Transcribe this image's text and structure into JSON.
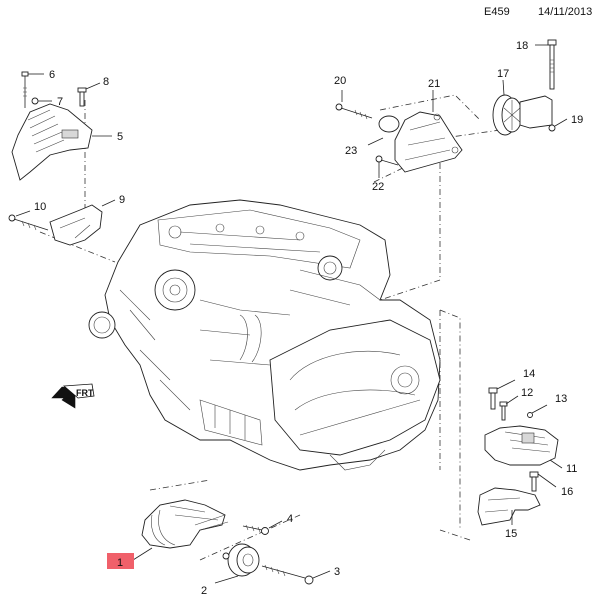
{
  "header": {
    "diagram_code": "E459",
    "date": "14/11/2013"
  },
  "highlight": {
    "part_number": "1",
    "color": "#f0606a"
  },
  "orientation_badge": {
    "icon": "front-arrow-icon",
    "label": "FRT"
  },
  "callouts": {
    "c1": "1",
    "c2": "2",
    "c3": "3",
    "c4": "4",
    "c5": "5",
    "c6": "6",
    "c7": "7",
    "c8": "8",
    "c9": "9",
    "c10": "10",
    "c11": "11",
    "c12": "12",
    "c13": "13",
    "c14": "14",
    "c15": "15",
    "c16": "16",
    "c17": "17",
    "c18": "18",
    "c19": "19",
    "c20": "20",
    "c21": "21",
    "c22": "22",
    "c23": "23"
  }
}
